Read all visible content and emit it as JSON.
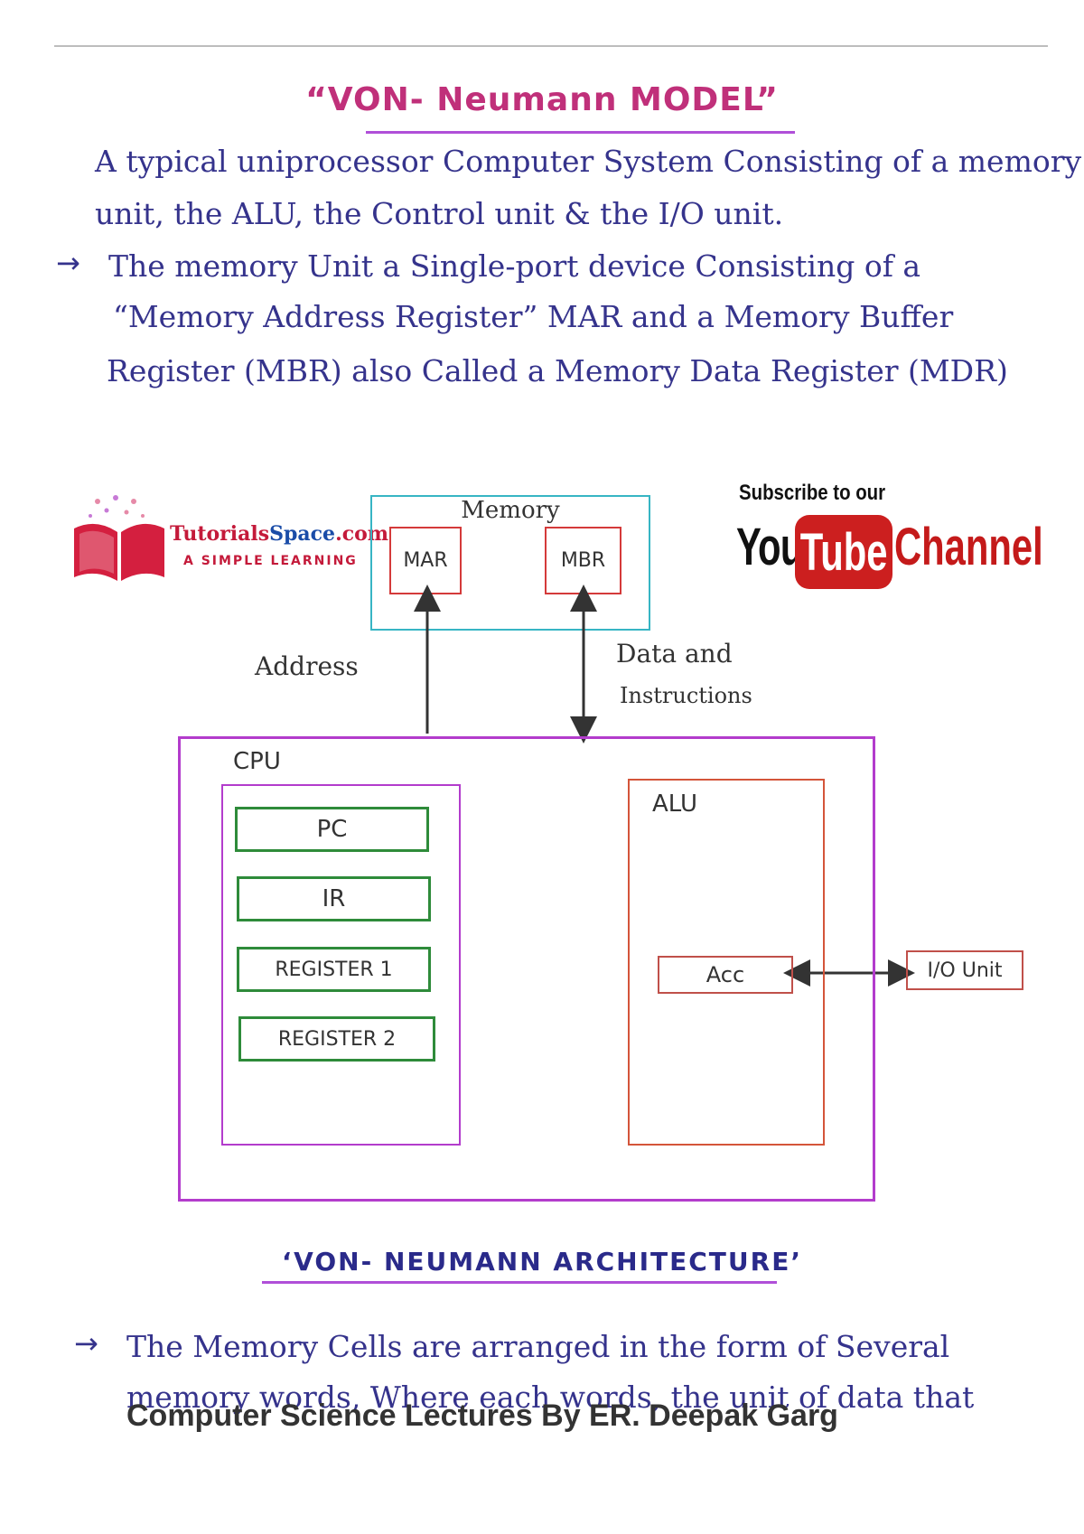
{
  "title": "“VON- Neumann MODEL”",
  "intro_line1": "A typical uniprocessor Computer System Consisting of a memory",
  "intro_line2": "unit, the ALU, the Control unit & the I/O unit.",
  "bullet1_line1": "The memory Unit a Single-port device Consisting of a",
  "bullet1_line2": "“Memory Address Register” MAR and a Memory Buffer",
  "bullet1_line3": "Register (MBR) also Called a Memory Data Register (MDR)",
  "bullet_arrow": "→",
  "logo": {
    "name_part1": "Tutorials",
    "name_part2": "Space",
    "name_part3": ".com",
    "tagline": "A SIMPLE LEARNING"
  },
  "youtube": {
    "subscribe": "Subscribe to our",
    "you": "You",
    "tube": "Tube",
    "channel": "Channel"
  },
  "diagram": {
    "memory_label": "Memory",
    "mar": "MAR",
    "mbr": "MBR",
    "address_label": "Address",
    "data_label_1": "Data and",
    "data_label_2": "Instructions",
    "cpu_label": "CPU",
    "pc": "PC",
    "ir": "IR",
    "register1": "REGISTER 1",
    "register2": "REGISTER 2",
    "alu_label": "ALU",
    "acc": "Acc",
    "io_unit": "I/O Unit"
  },
  "arch_title": "‘VON- NEUMANN ARCHITECTURE’",
  "bullet2_line1": "The Memory Cells are arranged in the form of Several",
  "bullet2_line2": "memory words, Where each words, the unit of data that",
  "footer": "Computer Science Lectures By ER. Deepak Garg",
  "colors": {
    "title": "#c0307a",
    "ink": "#35338c",
    "memory_border": "#37b5c4",
    "cpu_border": "#b33ccc",
    "register_border": "#2e8b3a",
    "alu_border": "#d4553a",
    "youtube_red": "#cc1f1f"
  }
}
